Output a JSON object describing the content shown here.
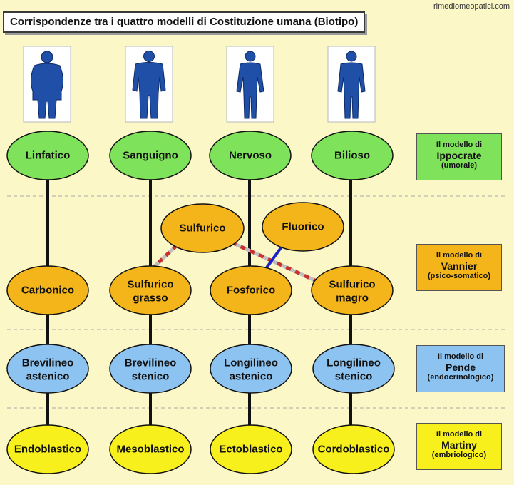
{
  "title": "Corrispondenze tra i quattro modelli di Costituzione umana (Biotipo)",
  "site": "rimediomeopatici.com",
  "colors": {
    "background": "#fbf7c6",
    "ippocrate": "#7ee35a",
    "vannier": "#f4b51b",
    "pende": "#8dc3f0",
    "martiny": "#f7f01c",
    "figure": "#1f4fa6",
    "fluorico_link": "#1d22c8",
    "sulfurico_link_red": "#c9302f",
    "sulfurico_link_grey": "#bfbfbf"
  },
  "figures": [
    "body-figure-endomorph",
    "body-figure-mesomorph",
    "body-figure-ectomorph",
    "body-figure-lean"
  ],
  "rows": {
    "ippocrate": [
      "Linfatico",
      "Sanguigno",
      "Nervoso",
      "Bilioso"
    ],
    "vannier_top": [
      "Sulfurico",
      "Fluorico"
    ],
    "vannier": [
      [
        "Carbonico"
      ],
      [
        "Sulfurico",
        "grasso"
      ],
      [
        "Fosforico"
      ],
      [
        "Sulfurico",
        "magro"
      ]
    ],
    "pende": [
      [
        "Brevilineo",
        "astenico"
      ],
      [
        "Brevilineo",
        "stenico"
      ],
      [
        "Longilineo",
        "astenico"
      ],
      [
        "Longilineo",
        "stenico"
      ]
    ],
    "martiny": [
      "Endoblastico",
      "Mesoblastico",
      "Ectoblastico",
      "Cordoblastico"
    ]
  },
  "models": {
    "ippocrate": {
      "line1": "Il modello di",
      "line2": "Ippocrate",
      "line3": "(umorale)"
    },
    "vannier": {
      "line1": "Il modello di",
      "line2": "Vannier",
      "line3": "(psico-somatico)"
    },
    "pende": {
      "line1": "Il modello di",
      "line2": "Pende",
      "line3": "(endocrinologico)"
    },
    "martiny": {
      "line1": "Il modello di",
      "line2": "Martiny",
      "line3": "(embriologico)"
    }
  }
}
